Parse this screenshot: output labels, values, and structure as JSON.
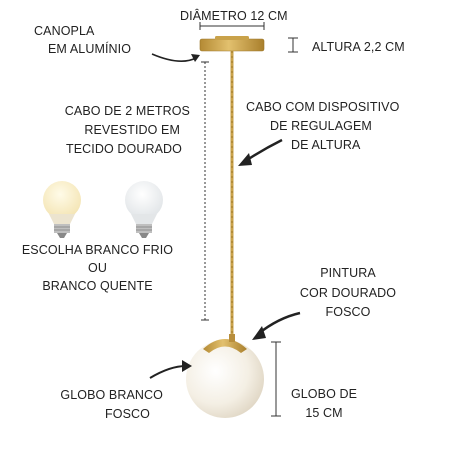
{
  "labels": {
    "canopy_line1": "CANOPLA",
    "canopy_line2": "EM ALUMÍNIO",
    "diameter": "DIÂMETRO 12 CM",
    "height": "ALTURA 2,2 CM",
    "cable_line1": "CABO DE 2 METROS",
    "cable_line2": "REVESTIDO EM",
    "cable_line3": "TECIDO DOURADO",
    "adjust_line1": "CABO COM DISPOSITIVO",
    "adjust_line2": "DE REGULAGEM",
    "adjust_line3": "DE ALTURA",
    "bulb_line1": "ESCOLHA BRANCO FRIO",
    "bulb_line2": "OU",
    "bulb_line3": "BRANCO QUENTE",
    "paint_line1": "PINTURA",
    "paint_line2": "COR DOURADO",
    "paint_line3": "FOSCO",
    "globe_line1": "GLOBO BRANCO",
    "globe_line2": "FOSCO",
    "size_line1": "GLOBO DE",
    "size_line2": "15 CM"
  },
  "colors": {
    "gold": "#c9a24a",
    "gold_dark": "#a57f2c",
    "globe": "#f3eee2",
    "line": "#333333"
  },
  "icons": {
    "bulb_warm": "lightbulb-warm-icon",
    "bulb_cold": "lightbulb-cold-icon"
  }
}
